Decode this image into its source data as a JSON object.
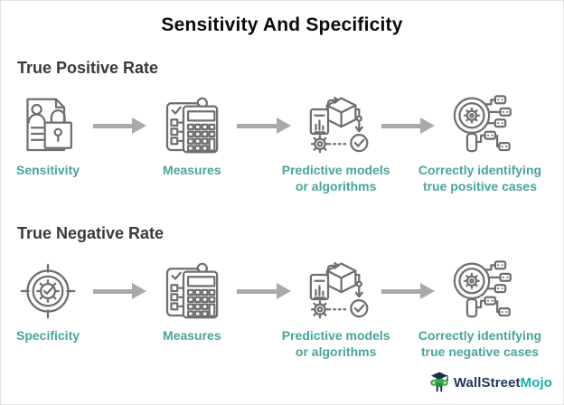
{
  "title": "Sensitivity And Specificity",
  "sections": [
    {
      "heading": "True Positive Rate",
      "steps": [
        {
          "icon": "privacy-document-icon",
          "label_lines": [
            "Sensitivity"
          ]
        },
        {
          "icon": "calculator-icon",
          "label_lines": [
            "Measures"
          ]
        },
        {
          "icon": "predictive-model-icon",
          "label_lines": [
            "Predictive models",
            "or algorithms"
          ]
        },
        {
          "icon": "search-network-icon",
          "label_lines": [
            "Correctly identifying",
            "true positive cases"
          ]
        }
      ]
    },
    {
      "heading": "True Negative Rate",
      "steps": [
        {
          "icon": "target-icon",
          "label_lines": [
            "Specificity"
          ]
        },
        {
          "icon": "calculator-icon",
          "label_lines": [
            "Measures"
          ]
        },
        {
          "icon": "predictive-model-icon",
          "label_lines": [
            "Predictive models",
            "or algorithms"
          ]
        },
        {
          "icon": "search-network-icon",
          "label_lines": [
            "Correctly identifying",
            "true negative cases"
          ]
        }
      ]
    }
  ],
  "logo": {
    "brand_primary": "WallStreet",
    "brand_secondary": "Mojo"
  },
  "colors": {
    "label_teal": "#47a49b",
    "icon_gray": "#6f6f6f",
    "arrow_gray": "#a9a9a9",
    "heading_dark": "#3a3a3a",
    "logo_navy": "#22365a",
    "logo_teal": "#14b2aa",
    "mascot_green": "#3fae49"
  }
}
